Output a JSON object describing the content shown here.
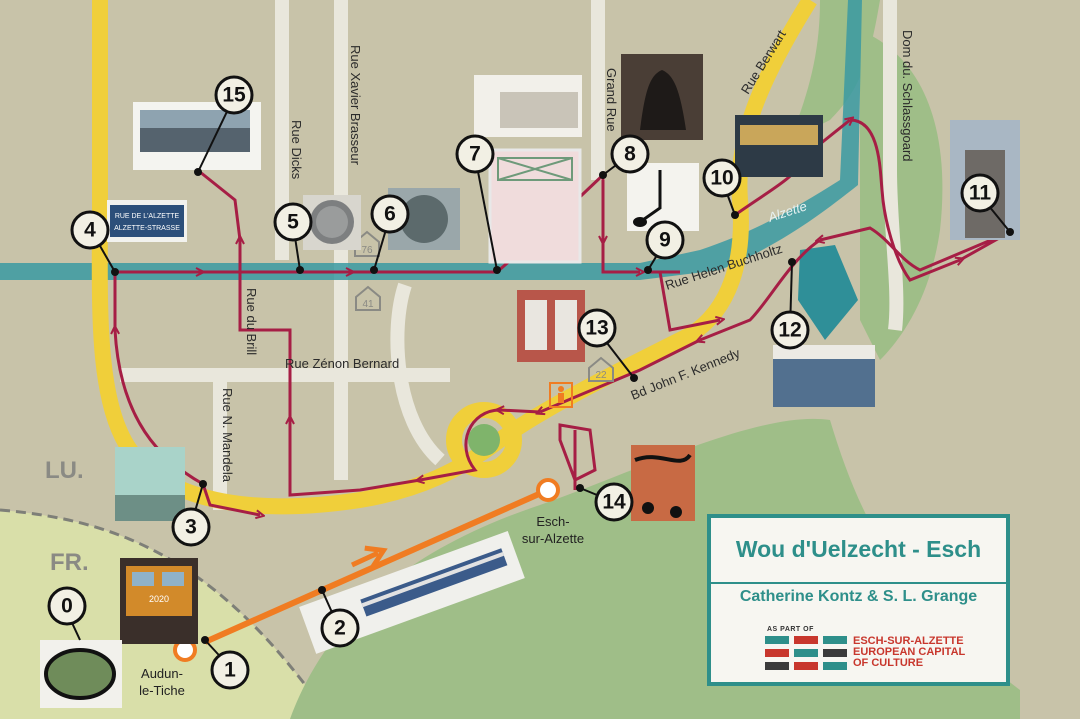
{
  "streets": {
    "xavier_brasseur": "Rue Xavier Brasseur",
    "dicks": "Rue Dicks",
    "grand_rue": "Grand Rue",
    "berwart": "Rue Berwart",
    "schlassgoard": "Dom du. Schlassgoard",
    "alzette": "Alzette",
    "helen_buchholtz": "Rue Helen Buchholtz",
    "brill": "Rue du Brill",
    "zenon_bernard": "Rue Zénon Bernard",
    "mandela": "Rue N. Mandela",
    "kennedy": "Bd John F. Kennedy"
  },
  "countries": {
    "lu": "LU.",
    "fr": "FR."
  },
  "towns": {
    "esch_line1": "Esch-",
    "esch_line2": "sur-Alzette",
    "audun_line1": "Audun-",
    "audun_line2": "le-Tiche"
  },
  "bus_lines": {
    "a": "76",
    "b": "41",
    "c": "22"
  },
  "sign_text": {
    "line1": "RUE DE L'ALZETTE",
    "line2": "ALZETTE-STRASSE"
  },
  "train_number": "2020",
  "stations": [
    "0",
    "1",
    "2",
    "3",
    "4",
    "5",
    "6",
    "7",
    "8",
    "9",
    "10",
    "11",
    "12",
    "13",
    "14",
    "15"
  ],
  "infobox": {
    "title": "Wou d'Uelzecht - Esch",
    "authors": "Catherine Kontz & S. L. Grange",
    "as_part_of": "AS PART OF",
    "logo_line1": "ESCH-SUR-ALZETTE",
    "logo_line2": "EUROPEAN CAPITAL",
    "logo_line3": "OF CULTURE"
  },
  "colors": {
    "background": "#c8c3a9",
    "road": "#e9e7dc",
    "main_road": "#f0cf3a",
    "route": "#a61e45",
    "water": "#3a9aa2",
    "park": "#9fbe88",
    "train_line": "#f07c22",
    "accent": "#2e8f8a"
  }
}
